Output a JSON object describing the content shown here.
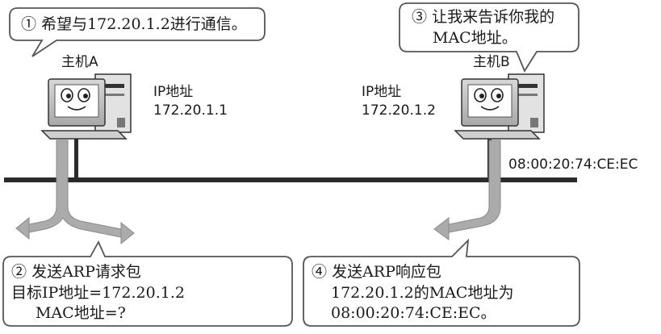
{
  "bubbles": {
    "b1": {
      "number": "①",
      "line1": "希望与172.20.1.2进行通信。"
    },
    "b3": {
      "number": "③",
      "line1": "让我来告诉你我的",
      "line2": "MAC地址。"
    },
    "b2": {
      "number": "②",
      "line1": "发送ARP请求包",
      "line2": "目标IP地址=172.20.1.2",
      "line3": "MAC地址=?"
    },
    "b4": {
      "number": "④",
      "line1": "发送ARP响应包",
      "line2": "172.20.1.2的MAC地址为",
      "line3": "08:00:20:74:CE:EC。"
    }
  },
  "hosts": {
    "a": {
      "name": "主机A",
      "ip_label": "IP地址",
      "ip": "172.20.1.1"
    },
    "b": {
      "name": "主机B",
      "ip_label": "IP地址",
      "ip": "172.20.1.2",
      "mac": "08:00:20:74:CE:EC"
    }
  }
}
